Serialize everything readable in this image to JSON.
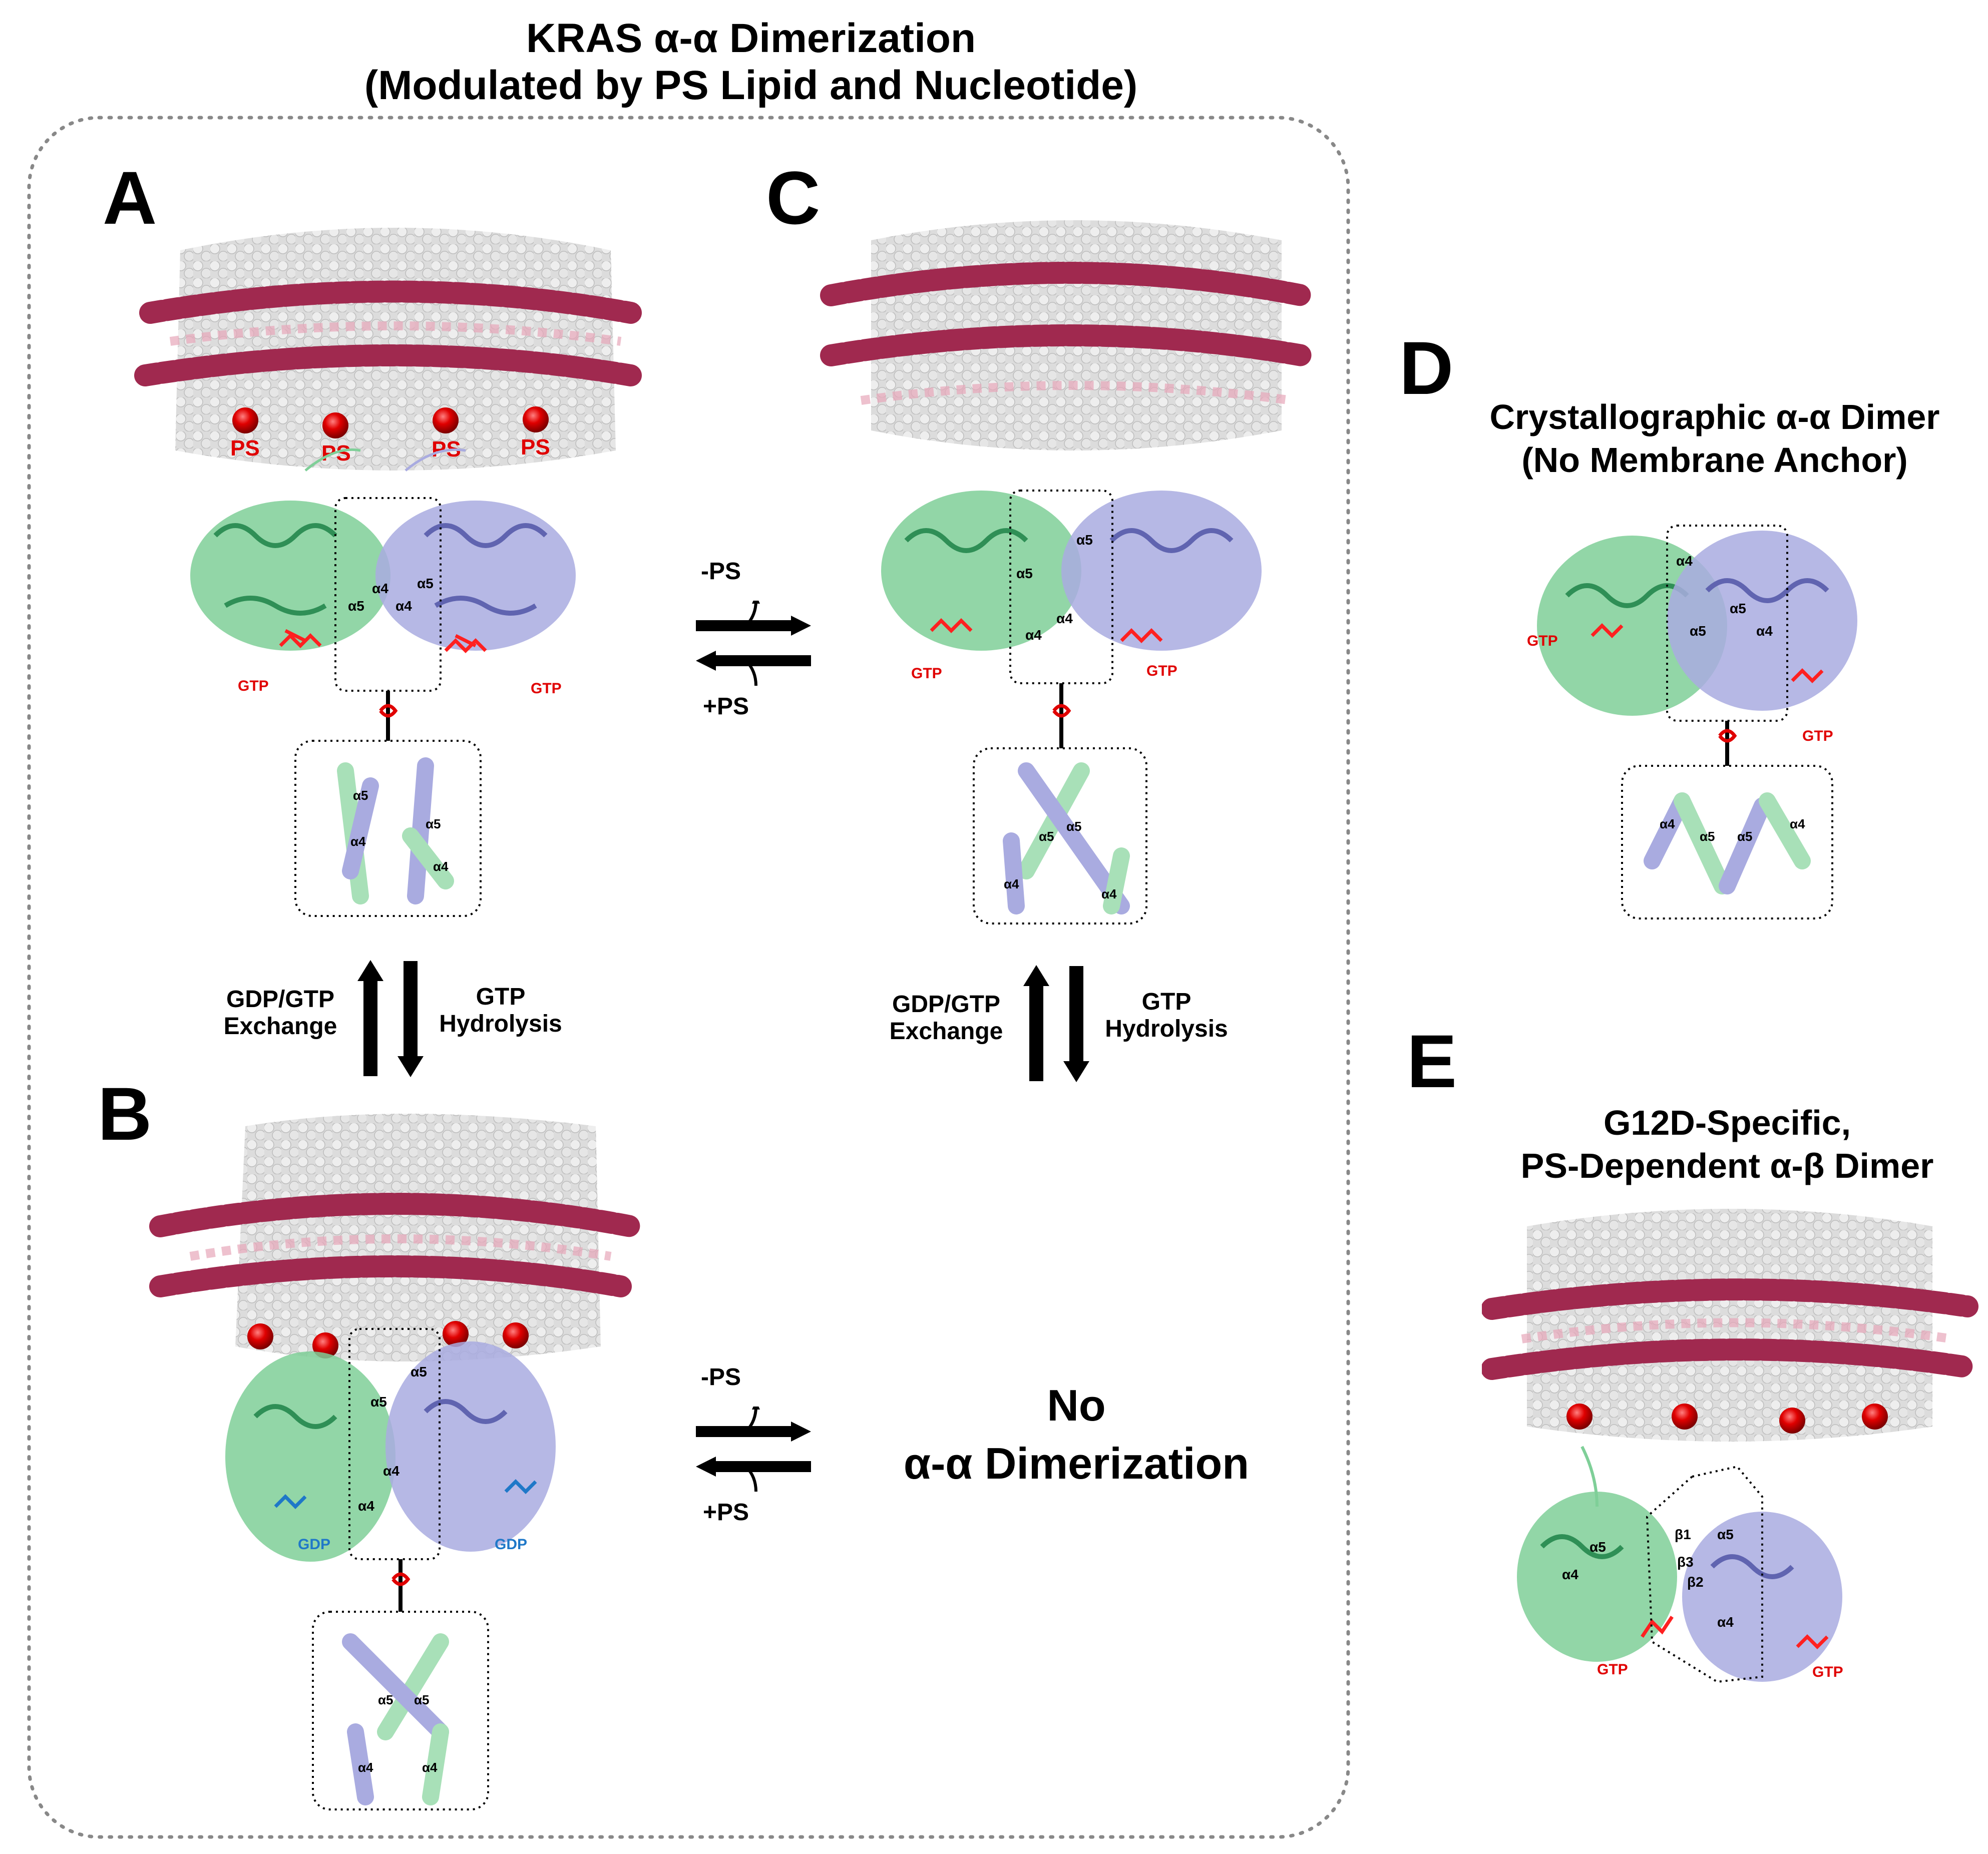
{
  "figure": {
    "title_line1": "KRAS α-α Dimerization",
    "title_line2": "(Modulated by PS Lipid and Nucleotide)"
  },
  "panels": {
    "A": {
      "letter": "A",
      "ps_labels": [
        "PS",
        "PS",
        "PS",
        "PS"
      ],
      "nucleotide": "GTP",
      "helix_labels": [
        "α5",
        "α4",
        "α4",
        "α5"
      ]
    },
    "B": {
      "letter": "B",
      "nucleotide": "GDP",
      "helix_labels": [
        "α5",
        "α5",
        "α4",
        "α4"
      ]
    },
    "C": {
      "letter": "C",
      "nucleotide": "GTP",
      "helix_labels": [
        "α5",
        "α5",
        "α4",
        "α4"
      ]
    },
    "D": {
      "letter": "D",
      "title_line1": "Crystallographic α-α Dimer",
      "title_line2": "(No Membrane Anchor)",
      "nucleotide": "GTP",
      "helix_labels": [
        "α4",
        "α5",
        "α5",
        "α4"
      ]
    },
    "E": {
      "letter": "E",
      "title_line1": "G12D-Specific,",
      "title_line2": "PS-Dependent α-β Dimer",
      "nucleotide": "GTP",
      "helix_labels": [
        "α5",
        "α4",
        "β1",
        "β3",
        "β2",
        "α5",
        "α4"
      ]
    }
  },
  "arrows": {
    "minus_ps": "-PS",
    "plus_ps": "+PS",
    "exchange_line1": "GDP/GTP",
    "exchange_line2": "Exchange",
    "hydrolysis_line1": "GTP",
    "hydrolysis_line2": "Hydrolysis"
  },
  "no_dimer": {
    "line1": "No",
    "line2": "α-α Dimerization"
  },
  "colors": {
    "membrane": "#d9d9d9",
    "nanodisc_belt": "#a0294f",
    "kras_green": "#7fcf98",
    "kras_lavender": "#a9abe0",
    "gtp": "#ff2020",
    "gdp": "#1f78c8",
    "ps_sphere": "#e00000"
  }
}
